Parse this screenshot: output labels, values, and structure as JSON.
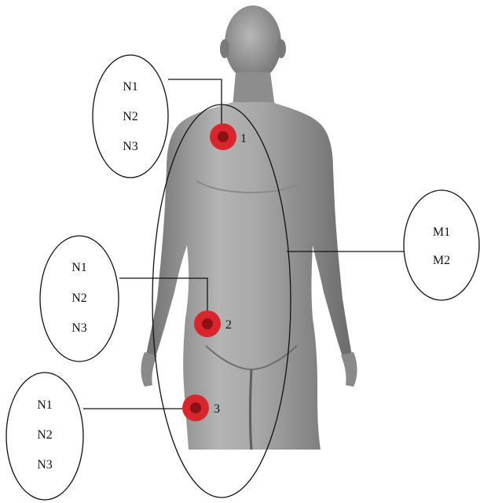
{
  "figure": {
    "colors": {
      "body": "#8e8e8e",
      "body_light": "#bdbdbd",
      "marker_outer": "#d9262c",
      "marker_inner": "#8b1115",
      "line": "#111111"
    },
    "sensors": [
      {
        "number": "1",
        "nodes": [
          "N1",
          "N2",
          "N3"
        ]
      },
      {
        "number": "2",
        "nodes": [
          "N1",
          "N2",
          "N3"
        ]
      },
      {
        "number": "3",
        "nodes": [
          "N1",
          "N2",
          "N3"
        ]
      }
    ],
    "module": {
      "items": [
        "M1",
        "M2"
      ]
    }
  }
}
